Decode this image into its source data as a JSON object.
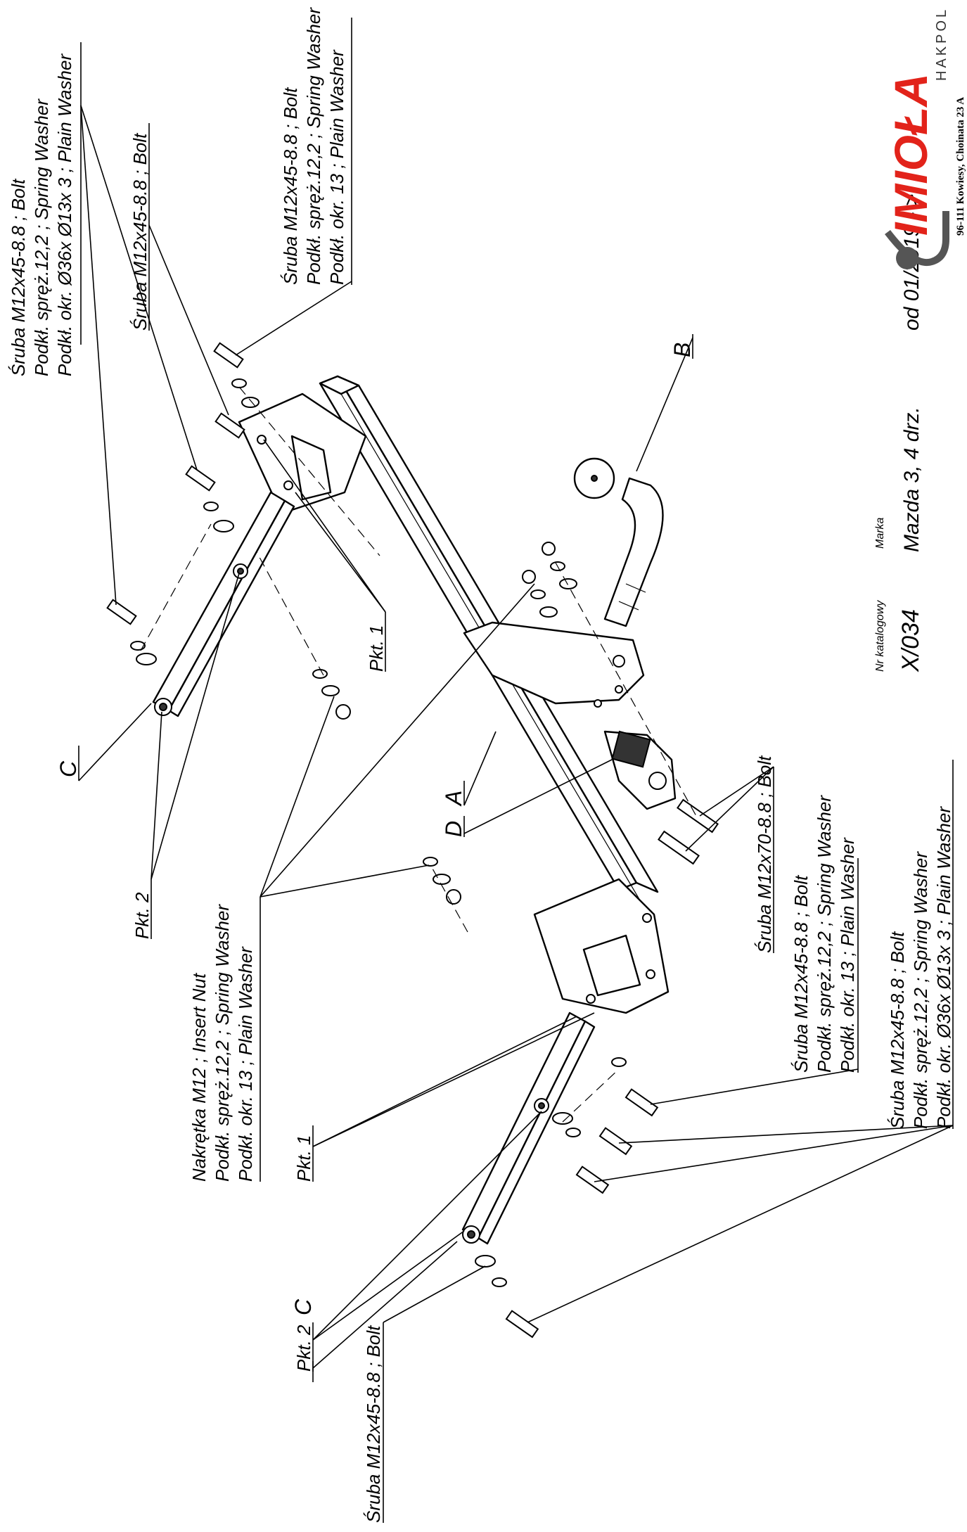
{
  "callouts": {
    "bolt_sw_pw36_top": [
      "Śruba M12x45-8.8 ; Bolt",
      "Podkł. spręż.12,2 ; Spring Washer",
      "Podkł. okr. Ø36x Ø13x 3 ; Plain Washer"
    ],
    "bolt_only_top": [
      "Śruba M12x45-8.8 ; Bolt"
    ],
    "bolt_sw_pw13_top_right": [
      "Śruba M12x45-8.8 ; Bolt",
      "Podkł. spręż.12,2 ; Spring Washer",
      "Podkł. okr. 13 ; Plain Washer"
    ],
    "insert_nut": [
      "Nakrętka M12 ; Insert Nut",
      "Podkł. spręż.12,2 ; Spring Washer",
      "Podkł. okr. 13 ; Plain Washer"
    ],
    "bolt_m12x70": [
      "Śruba M12x70-8.8 ; Bolt"
    ],
    "bolt_sw_pw13_bottom": [
      "Śruba M12x45-8.8 ; Bolt",
      "Podkł. spręż.12,2 ; Spring Washer",
      "Podkł. okr. 13 ; Plain Washer"
    ],
    "bolt_sw_pw36_bottom": [
      "Śruba M12x45-8.8 ; Bolt",
      "Podkł. spręż.12,2 ; Spring Washer",
      "Podkł. okr. Ø36x Ø13x 3 ; Plain Washer"
    ],
    "bolt_only_bottom": [
      "Śruba M12x45-8.8 ; Bolt"
    ]
  },
  "part_letters": {
    "a": "A",
    "b": "B",
    "c_top": "C",
    "c_bottom": "C",
    "d": "D"
  },
  "points": {
    "pkt1_top": "Pkt. 1",
    "pkt2_top": "Pkt. 2",
    "pkt1_bottom": "Pkt. 1",
    "pkt2_bottom": "Pkt. 2"
  },
  "title_block": {
    "catalog_caption": "Nr katalogowy",
    "catalog_number": "X/034",
    "brand_caption": "Marka",
    "model": "Mazda 3, 4 drz.",
    "date_range": "od 01/2019 - >",
    "logo_text": "IMIOŁA",
    "logo_sub": "HAKPOL",
    "address": "96-111 Kowiesy, Choinata 23 A"
  }
}
